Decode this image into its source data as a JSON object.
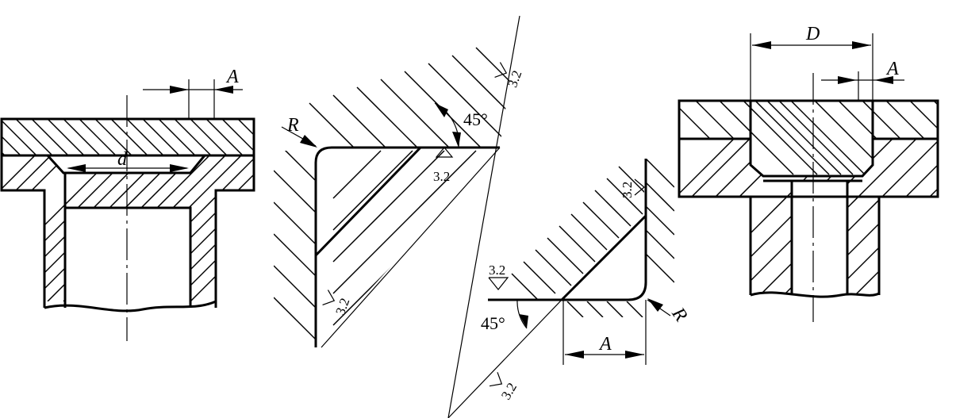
{
  "labels": {
    "left_dim_A": "A",
    "left_dim_d": "d",
    "mid_radius": "R",
    "mid_angle": "45°",
    "mid_finish_top": "3.2",
    "mid_finish_slope": "3.2",
    "mid_finish_left": "3.2",
    "right_mid_finish_top": "3.2",
    "right_mid_finish_left": "3.2",
    "right_mid_finish_bottom": "3.2",
    "right_mid_angle": "45°",
    "right_mid_dim_A": "A",
    "right_mid_radius": "R",
    "right_dim_D": "D",
    "right_dim_A": "A"
  }
}
